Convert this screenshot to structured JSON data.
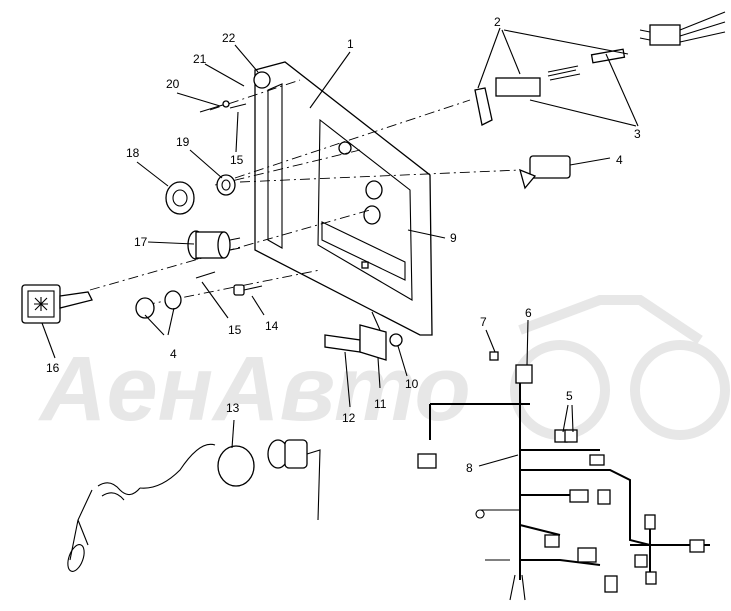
{
  "watermark": "AeнAвто",
  "callouts": [
    "1",
    "2",
    "3",
    "4",
    "4",
    "5",
    "6",
    "7",
    "8",
    "9",
    "10",
    "11",
    "12",
    "13",
    "14",
    "15",
    "15",
    "16",
    "17",
    "18",
    "19",
    "20",
    "21",
    "22"
  ],
  "colors": {
    "line": "#000000",
    "background": "#ffffff",
    "watermark": "#e7e7e7"
  }
}
